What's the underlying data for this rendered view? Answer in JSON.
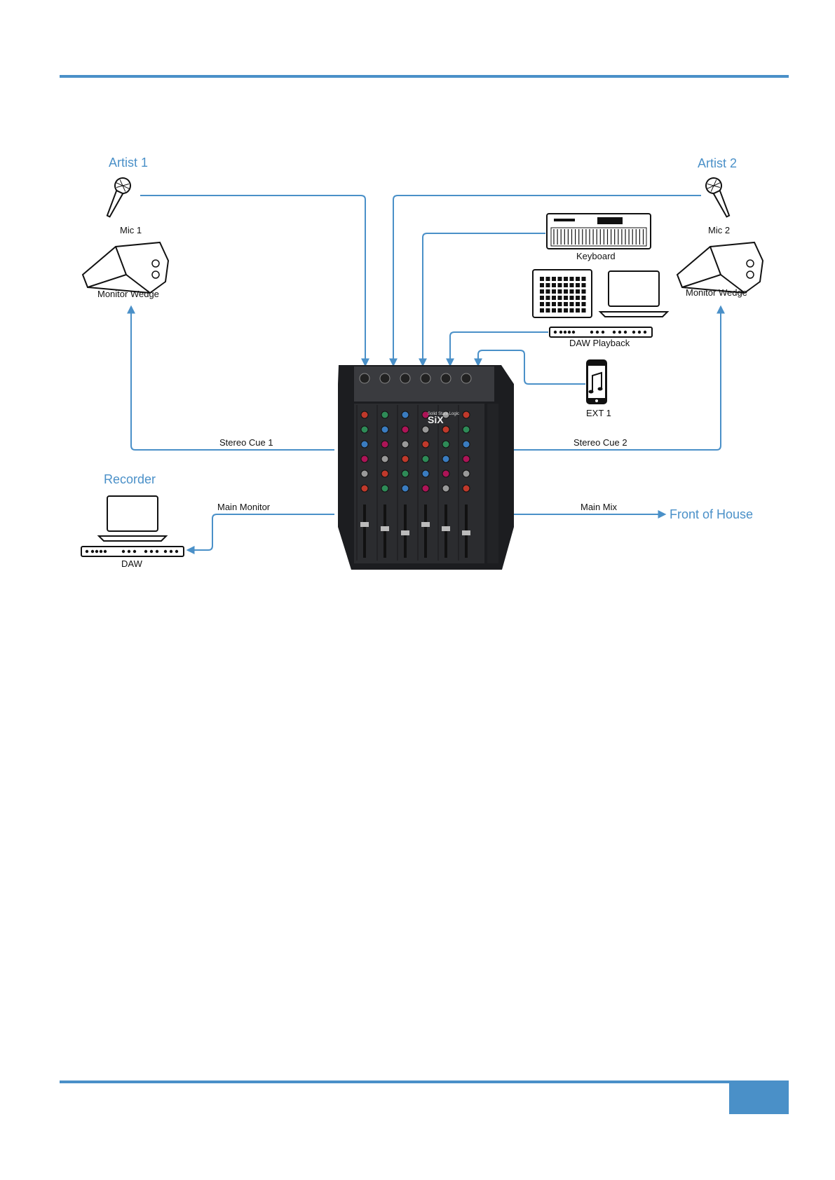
{
  "labels": {
    "artist1": "Artist 1",
    "artist2": "Artist 2",
    "mic1": "Mic 1",
    "mic2": "Mic 2",
    "monitor_wedge_left": "Monitor Wedge",
    "monitor_wedge_right": "Monitor Wedge",
    "keyboard": "Keyboard",
    "daw_playback": "DAW Playback",
    "ext1": "EXT 1",
    "stereo_cue_1": "Stereo Cue 1",
    "stereo_cue_2": "Stereo Cue 2",
    "recorder": "Recorder",
    "main_monitor": "Main Monitor",
    "daw": "DAW",
    "main_mix": "Main Mix",
    "front_of_house": "Front of House",
    "mixer_brand": "Solid State Logic",
    "mixer_model": "SiX"
  },
  "colors": {
    "accent": "#4a90c8",
    "ink": "#111111",
    "mixer_body": "#2b2c2f"
  }
}
